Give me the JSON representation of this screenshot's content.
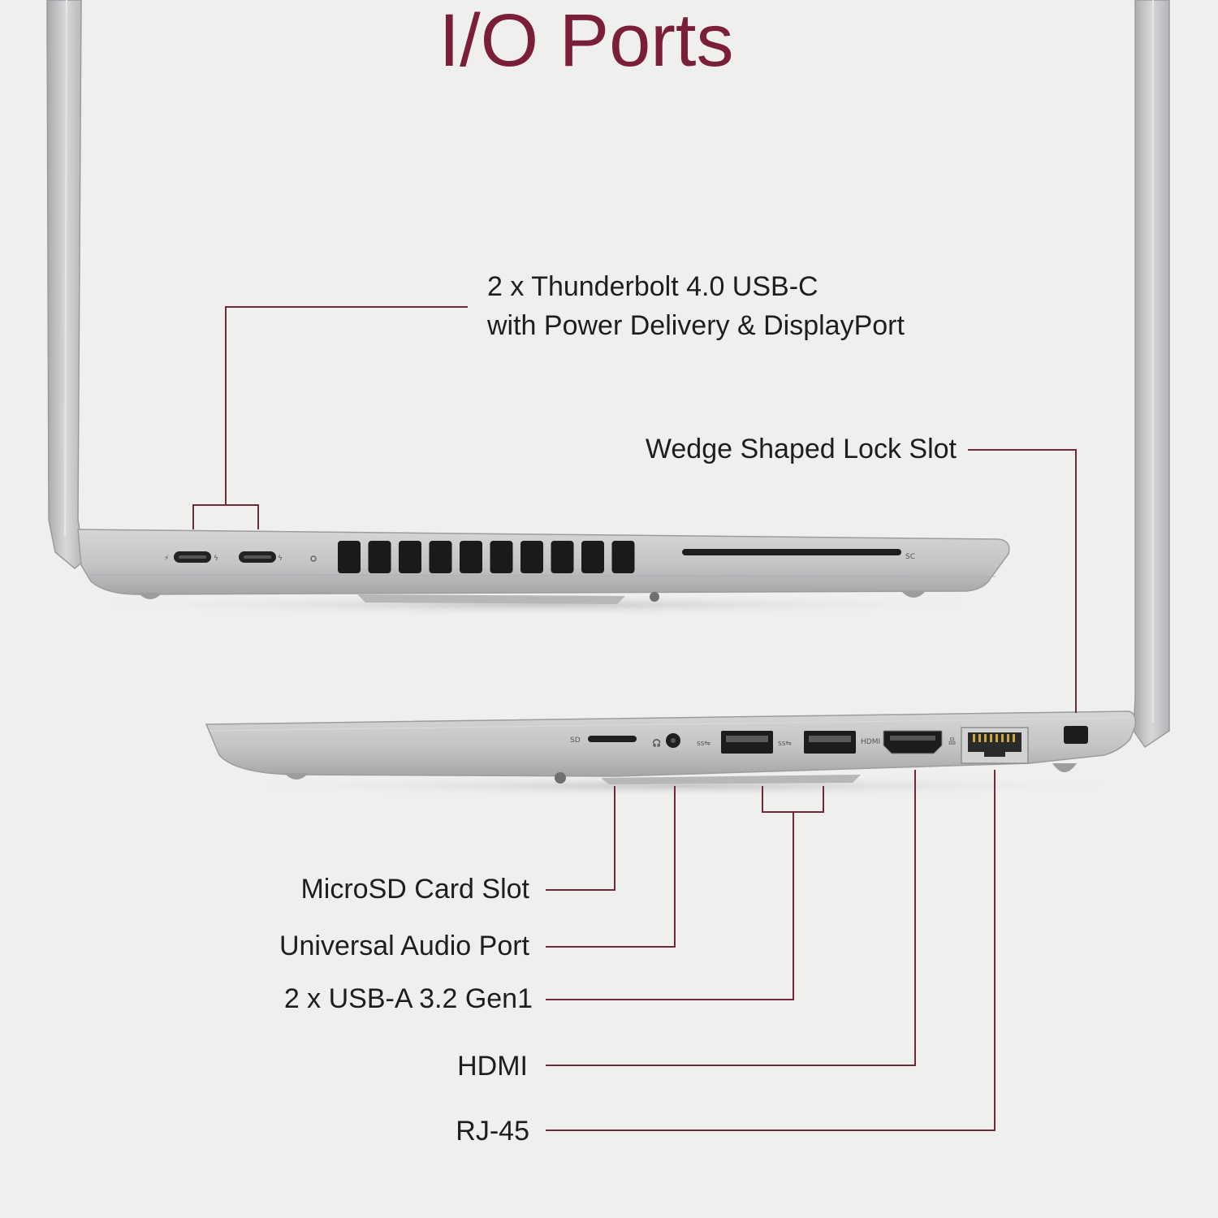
{
  "title": "I/O Ports",
  "callouts": {
    "thunderbolt_line1": "2 x Thunderbolt 4.0 USB-C",
    "thunderbolt_line2": "with Power Delivery & DisplayPort",
    "lock_slot": "Wedge Shaped Lock Slot",
    "microsd": "MicroSD Card Slot",
    "audio": "Universal Audio Port",
    "usb_a": "2 x USB-A 3.2 Gen1",
    "hdmi": "HDMI",
    "rj45": "RJ-45"
  },
  "port_markings": {
    "smartcard": "SC",
    "sd": "SD",
    "hdmi": "HDMI"
  },
  "colors": {
    "accent": "#7a1e3a",
    "leader_line": "#6e2a3c",
    "chassis": "#c9c9cb",
    "background": "#efefee"
  }
}
